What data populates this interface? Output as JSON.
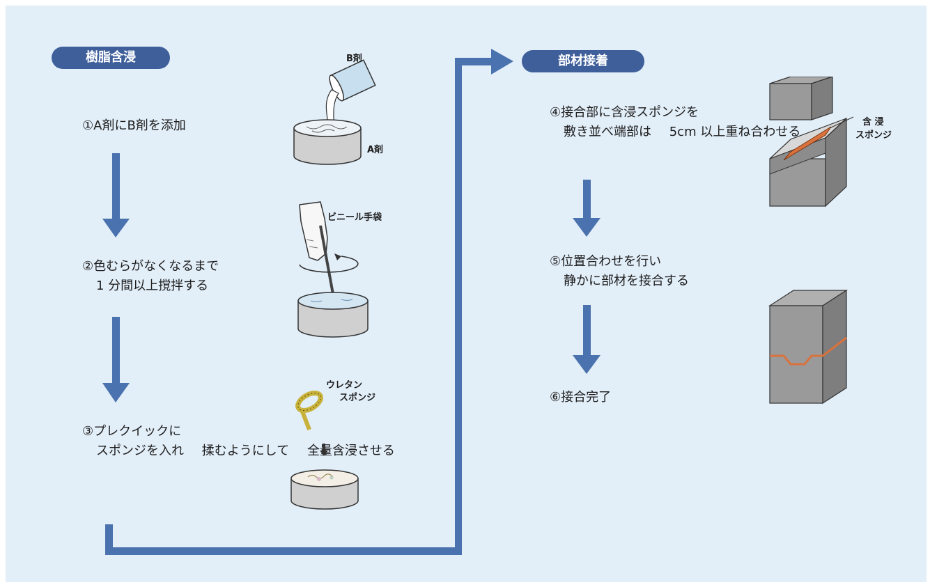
{
  "section_left": {
    "title": "樹脂含浸"
  },
  "section_right": {
    "title": "部材接着"
  },
  "steps": {
    "s1": {
      "line1": "①A剤にB剤を添加"
    },
    "s2": {
      "line1": "②色むらがなくなるまで",
      "line2": "1 分間以上撹拌する"
    },
    "s3": {
      "line1": "③プレクイックに",
      "line2": "スポンジを入れ",
      "line3": "揉むようにして",
      "line4": "全量含浸させる"
    },
    "s4": {
      "line1": "④接合部に含浸スポンジを",
      "line2": "敷き並べ端部は",
      "line3": "5cm 以上重ね合わせる"
    },
    "s5": {
      "line1": "⑤位置合わせを行い",
      "line2": "静かに部材を接合する"
    },
    "s6": {
      "line1": "⑥接合完了"
    }
  },
  "labels": {
    "b_agent": "B剤",
    "a_agent": "A剤",
    "glove": "ビニール手袋",
    "urethane_1": "ウレタン",
    "urethane_2": "スポンジ",
    "sponge_1": "含 浸",
    "sponge_2": "スポンジ"
  },
  "colors": {
    "arrow": "#4a72ae",
    "badge": "#3f5f9b",
    "background": "#e2eef8",
    "sponge": "#d9723d"
  }
}
